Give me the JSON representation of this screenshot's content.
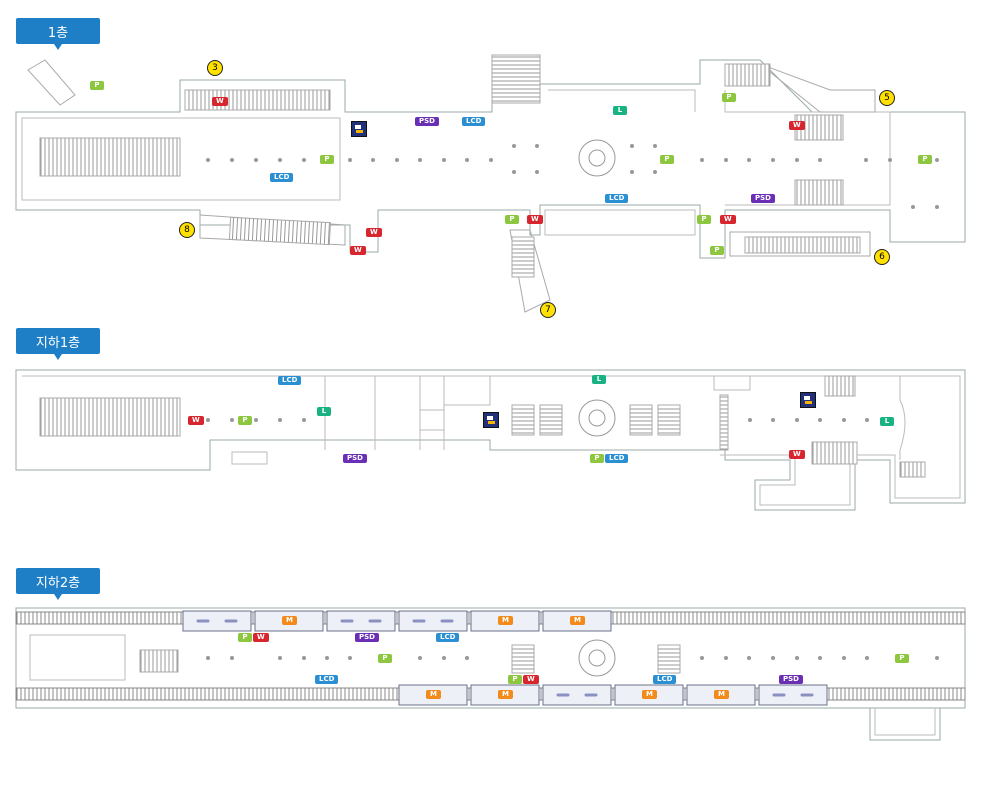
{
  "floors": {
    "f1": "1층",
    "b1": "지하1층",
    "b2": "지하2층"
  },
  "legend_colors": {
    "P": "#8dc63f",
    "W": "#d7262e",
    "L": "#19b383",
    "LCD": "#2a8fd3",
    "PSD": "#6a2fb5",
    "M": "#f28a1c",
    "exit": "#ffe000",
    "elevator": "#23307a"
  },
  "labels": {
    "p": "P",
    "w": "W",
    "l": "L",
    "lcd": "LCD",
    "psd": "PSD",
    "m": "M"
  },
  "exits": {
    "e3": "3",
    "e5": "5",
    "e6": "6",
    "e7": "7",
    "e8": "8"
  }
}
